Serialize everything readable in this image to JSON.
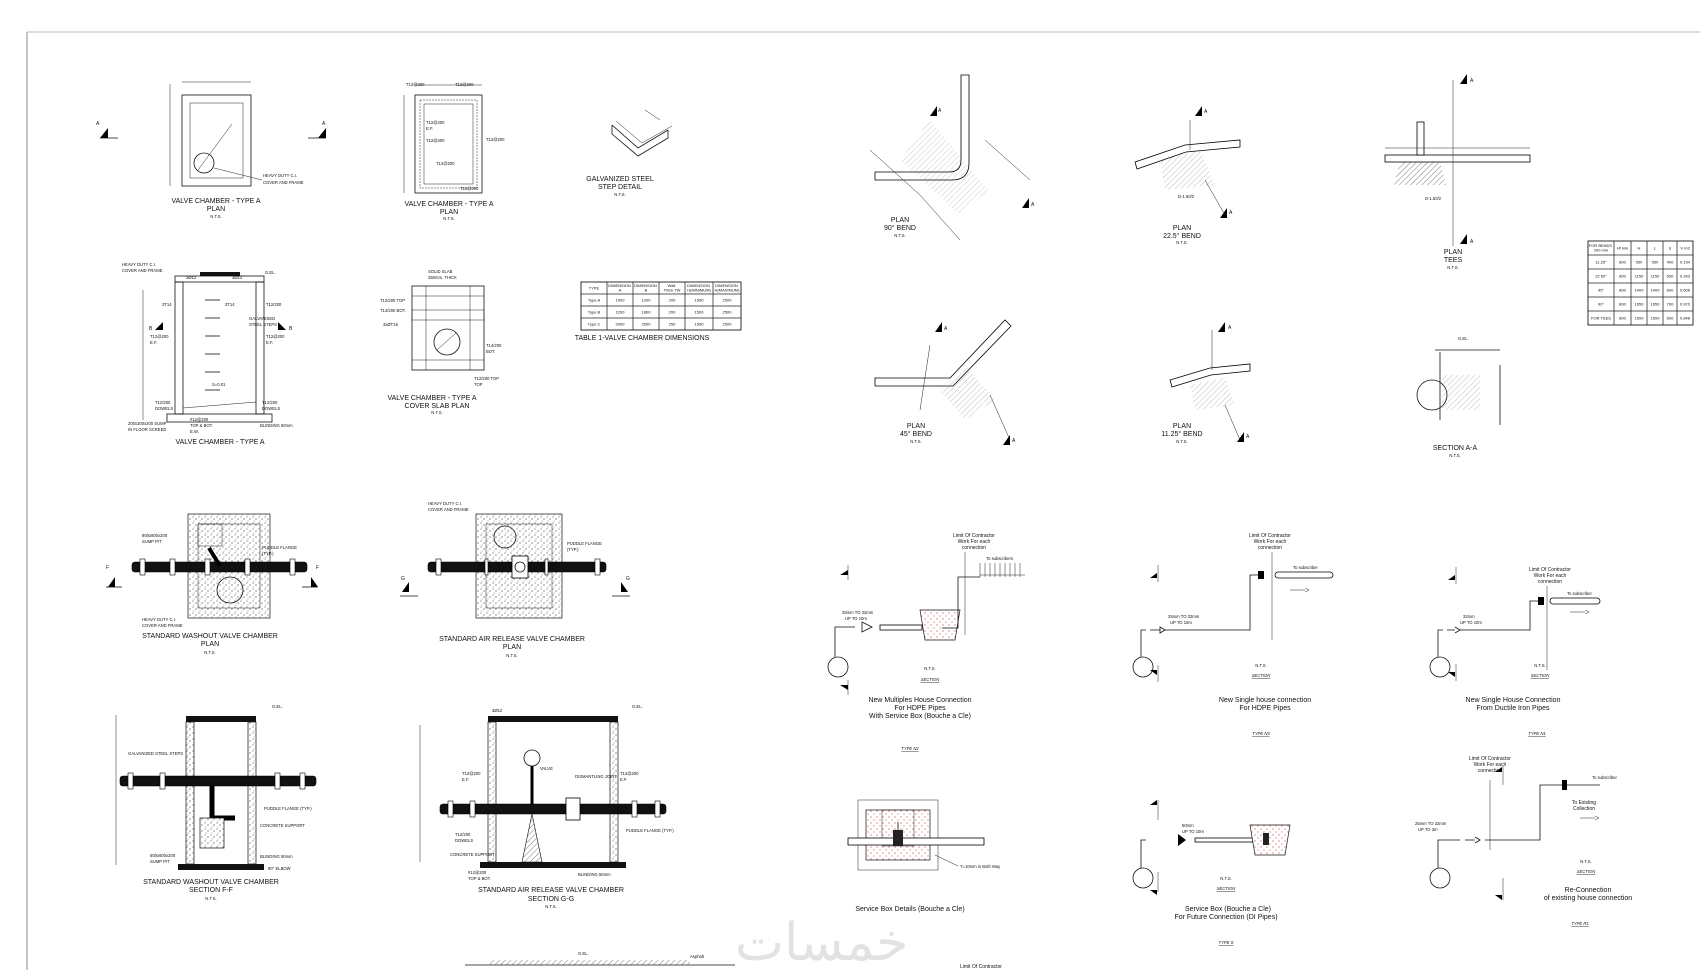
{
  "sheet": {
    "valve_chamber_plan_a": {
      "title": "VALVE CHAMBER - TYPE A",
      "sub": "PLAN",
      "nts": "N.T.S.",
      "cover": "HEAVY DUTY C.I.",
      "cover2": "COVER AND FRAME",
      "sec": "A"
    },
    "valve_chamber_plan_rebar": {
      "title": "VALVE CHAMBER - TYPE A",
      "sub": "PLAN",
      "nts": "N.T.S.",
      "bar1": "T12@200",
      "bar2": "E.F.",
      "bar3": "T12@200",
      "bar4": "T12@200"
    },
    "step_detail": {
      "title": "GALVANIZED STEEL",
      "sub": "STEP DETAIL",
      "nts": "N.T.S."
    },
    "table1": {
      "caption": "TABLE 1-VALVE CHAMBER DIMENSIONS",
      "headers": [
        "TYPE",
        "DIMENSION A",
        "DIMENSION B",
        "Wall Thick TW",
        "DIMENSION H(MINIMUM)",
        "DIMENSION H(MAXIMUM)"
      ],
      "rows": [
        [
          "Type A",
          "1000",
          "1200",
          "200",
          "1500",
          "2500"
        ],
        [
          "Type B",
          "1200",
          "1800",
          "200",
          "1500",
          "2500"
        ],
        [
          "Type C",
          "2000",
          "2500",
          "250",
          "1500",
          "2500"
        ]
      ]
    },
    "valve_chamber_section": {
      "title": "VALVE CHAMBER - TYPE A",
      "cover": "HEAVY DUTY C.I.",
      "cover2": "COVER AND FRAME",
      "gl": "G.EL.",
      "bar_3t12": "3Ø12",
      "bar_3t14": "3T14",
      "bar_t12": "T12/200",
      "steps": "GALVANISED",
      "steps2": "STEEL STEPS",
      "ef": "T12@200",
      "ef2": "E.F.",
      "slope": "S=0.01",
      "dowels": "T12/200",
      "dowels2": "DOWELS",
      "sump": "200x200x200 SUMP",
      "sump2": "IN FLOOR SCREED",
      "mesh": "#12@200",
      "mesh2": "TOP & BOT.",
      "mesh3": "E.W.",
      "blinding": "BLINDING 50mm",
      "sec": "B"
    },
    "cover_slab_plan": {
      "title": "VALVE CHAMBER - TYPE A",
      "sub": "COVER SLAB PLAN",
      "nts": "N.T.S.",
      "slab": "SOLID SLAB",
      "slab2": "250mm. THICK",
      "b1": "T12/200 TOP",
      "b2": "T14/200 BOT.",
      "b3": "3xØT16",
      "b4": "T14/200",
      "b5": "BOT.",
      "b6": "T12/200 TOP",
      "b7": "TOP"
    },
    "washout_plan": {
      "title": "STANDARD WASHOUT VALVE CHAMBER",
      "sub": "PLAN",
      "nts": "N.T.S.",
      "sump": "800x800x200",
      "sump2": "SUMP PIT",
      "flange": "PUDDLE FLANGE",
      "flange2": "(TYP.)",
      "cover": "HEAVY DUTY C.I.",
      "cover2": "COVER AND FRAME",
      "sec": "F"
    },
    "air_release_plan": {
      "title": "STANDARD AIR RELEASE VALVE CHAMBER",
      "sub": "PLAN",
      "nts": "N.T.S.",
      "cover": "HEAVY DUTY C.I.",
      "cover2": "COVER AND FRAME",
      "flange": "PUDDLE FLANGE",
      "flange2": "(TYP.)",
      "sec": "G"
    },
    "washout_section": {
      "title": "STANDARD WASHOUT VALVE CHAMBER",
      "sub": "SECTION F-F",
      "nts": "N.T.S.",
      "steps": "GALVANIZED STEEL STEPS",
      "flange": "PUDDLE FLANGE (TYP.)",
      "support": "CONCRETE SUPPORT",
      "blinding": "BLINDING 50mm",
      "elbow": "90° ELBOW",
      "sump": "600x600x200",
      "sump2": "SUMP PIT",
      "gl": "G.EL."
    },
    "air_release_section": {
      "title": "STANDARD AIR RELEASE VALVE CHAMBER",
      "sub": "SECTION G-G",
      "nts": "N.T.S.",
      "valve": "VALVE",
      "joint": "DISMANTLING JOINT",
      "support": "CONCRETE SUPPORT",
      "mesh": "#12@200",
      "mesh2": "TOP & BOT.",
      "blinding": "BLINDING 50mm",
      "flange": "PUDDLE FLANGE (TYP.)",
      "gl": "G.EL.",
      "b1": "3Ø12",
      "b2": "T12@200",
      "b3": "E.F.",
      "b4": "T12/200",
      "b5": "DOWELS"
    },
    "bottom_partial": {
      "gl": "G.EL.",
      "asphalt": "Asphalt",
      "limit": "Limit Of Contractor"
    },
    "bend_90": {
      "title": "PLAN",
      "sub": "90° BEND",
      "nts": "N.T.S.",
      "sec": "A"
    },
    "bend_22": {
      "title": "PLAN",
      "sub": "22.5° BEND",
      "nts": "N.T.S.",
      "sec": "A",
      "dim": "D-1.50/2"
    },
    "tees": {
      "title": "PLAN",
      "sub": "TEES",
      "nts": "N.T.S.",
      "sec": "A",
      "dim": "D-1.50/2"
    },
    "bend_45": {
      "title": "PLAN",
      "sub": "45° BEND",
      "nts": "N.T.S.",
      "sec": "A"
    },
    "bend_11": {
      "title": "PLAN",
      "sub": "11.25° BEND",
      "nts": "N.T.S.",
      "sec": "A"
    },
    "section_aa": {
      "title": "SECTION A-A",
      "nts": "N.T.S.",
      "gl": "G.EL."
    },
    "thrust_table": {
      "headers": [
        "FOR BENDS 200 mm",
        "Hf min",
        "H",
        "L",
        "d",
        "V m3"
      ],
      "rows": [
        [
          "11.25°",
          "800",
          "950",
          "950",
          "400",
          "0.194"
        ],
        [
          "22.50°",
          "800",
          "1150",
          "1150",
          "500",
          "0.343"
        ],
        [
          "45°",
          "800",
          "1400",
          "1400",
          "600",
          "0.606"
        ],
        [
          "90°",
          "800",
          "1650",
          "1650",
          "700",
          "0.970"
        ],
        [
          "FOR TEES",
          "800",
          "1500",
          "1500",
          "600",
          "0.848"
        ]
      ]
    },
    "conn_n2": {
      "limit": "Limit Of Contractor",
      "limit2": "Work For each",
      "limit3": "connection",
      "to": "To subscribers",
      "size": "25mm TO 32mm",
      "len": "UP TO 10m",
      "nts": "N.T.S.",
      "section": "SECTION",
      "title": "New Multiples House Connection",
      "title2": "For HDPE Pipes",
      "title3": "With Service Box (Bouche a Cle)",
      "type": "TYPE N2"
    },
    "conn_n3": {
      "limit": "Limit Of Contractor",
      "limit2": "Work For each",
      "limit3": "connection",
      "to": "To subscriber",
      "size": "25mm TO 32mm",
      "len": "UP TO 10m",
      "nts": "N.T.S.",
      "section": "SECTION",
      "title": "New Single house connection",
      "title2": "For HDPE Pipes",
      "type": "TYPE N3"
    },
    "conn_n1": {
      "limit": "Limit Of Contractor",
      "limit2": "Work For each",
      "limit3": "connection",
      "to": "To subscriber",
      "size": "32mm",
      "len": "UP TO 10m",
      "nts": "N.T.S.",
      "section": "SECTION",
      "title": "New Single House Connection",
      "title2": "From Ductile Iron Pipes",
      "type": "TYPE N1"
    },
    "service_box": {
      "title": "Service Box Details (Bouche a Cle)",
      "note": "T=10mm in Both Way"
    },
    "conn_s": {
      "size": "50mm",
      "len": "UP TO 10m",
      "nts": "N.T.S.",
      "section": "SECTION",
      "title": "Service Box (Bouche a Cle)",
      "title2": "For Future Connection (DI Pipes)",
      "type": "TYPE S"
    },
    "conn_r1": {
      "limit": "Limit Of Contractor",
      "limit2": "Work For each",
      "limit3": "connection",
      "to": "To subscriber",
      "existing": "To Existing",
      "existing2": "Collection",
      "size": "25mm TO 32mm",
      "len": "UP TO 3m",
      "nts": "N.T.S.",
      "section": "SECTION",
      "title": "Re-Connection",
      "title2": "of existing house connection",
      "type": "TYPE R1"
    }
  },
  "watermark": "خمسات"
}
